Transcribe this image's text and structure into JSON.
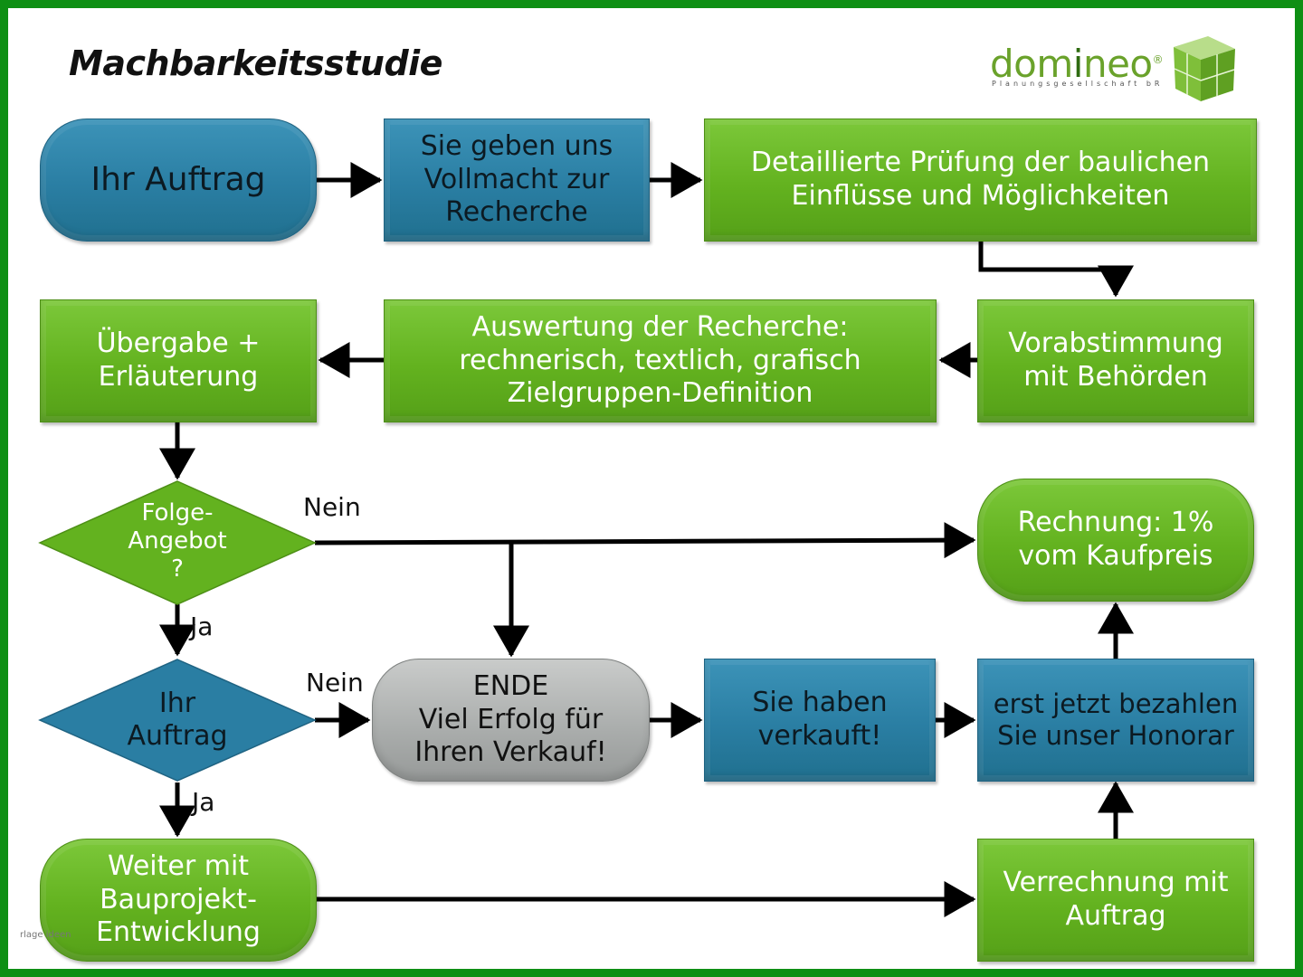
{
  "title": "Machbarkeitsstudie",
  "logo": {
    "name_prefix": "dom",
    "name_middle": "i",
    "name_suffix": "neo",
    "registered": "®",
    "tagline": "Planungsgesellschaft bR"
  },
  "nodes": {
    "ihr_auftrag_start": "Ihr Auftrag",
    "vollmacht": [
      "Sie geben uns",
      "Vollmacht zur",
      "Recherche"
    ],
    "pruefung": [
      "Detaillierte Prüfung der baulichen",
      "Einflüsse und Möglichkeiten"
    ],
    "vorabstimmung": [
      "Vorabstimmung",
      "mit Behörden"
    ],
    "auswertung": [
      "Auswertung der Recherche:",
      "rechnerisch, textlich, grafisch",
      "Zielgruppen-Definition"
    ],
    "uebergabe": [
      "Übergabe +",
      "Erläuterung"
    ],
    "folgeangebot": [
      "Folge-",
      "Angebot",
      "?"
    ],
    "rechnung": [
      "Rechnung: 1%",
      "vom Kaufpreis"
    ],
    "ihr_auftrag_decision": [
      "Ihr",
      "Auftrag"
    ],
    "ende": [
      "ENDE",
      "Viel Erfolg für",
      "Ihren Verkauf!"
    ],
    "verkauft": [
      "Sie haben",
      "verkauft!"
    ],
    "honorar": [
      "erst jetzt bezahlen",
      "Sie unser Honorar"
    ],
    "weiter": [
      "Weiter mit",
      "Bauprojekt-",
      "Entwicklung"
    ],
    "verrechnung": [
      "Verrechnung mit",
      "Auftrag"
    ]
  },
  "edge_labels": {
    "nein_1": "Nein",
    "ja_1": "Ja",
    "nein_2": "Nein",
    "ja_2": "Ja"
  },
  "watermark": "rlage ideen",
  "colors": {
    "green": "#63b21f",
    "blue": "#2a7ea3",
    "gray": "#a9acab",
    "frame": "#0e8f14",
    "logo_green": "#6aa22b"
  }
}
